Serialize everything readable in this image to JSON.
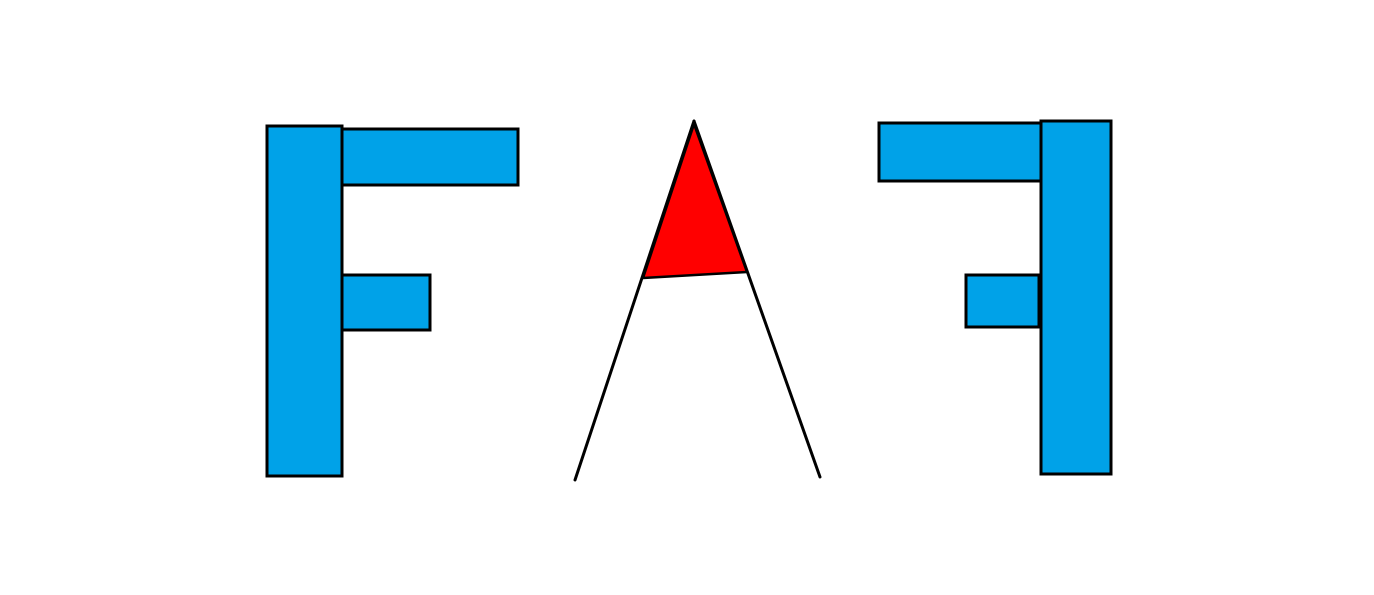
{
  "colors": {
    "background": "#ffffff",
    "letter_fill": "#00a2e8",
    "triangle_fill": "#ff0000",
    "stroke": "#000000"
  },
  "figures": [
    {
      "name": "letter-f",
      "label": ""
    },
    {
      "name": "letter-a-outline",
      "label": ""
    },
    {
      "name": "letter-f-mirrored",
      "label": ""
    }
  ]
}
